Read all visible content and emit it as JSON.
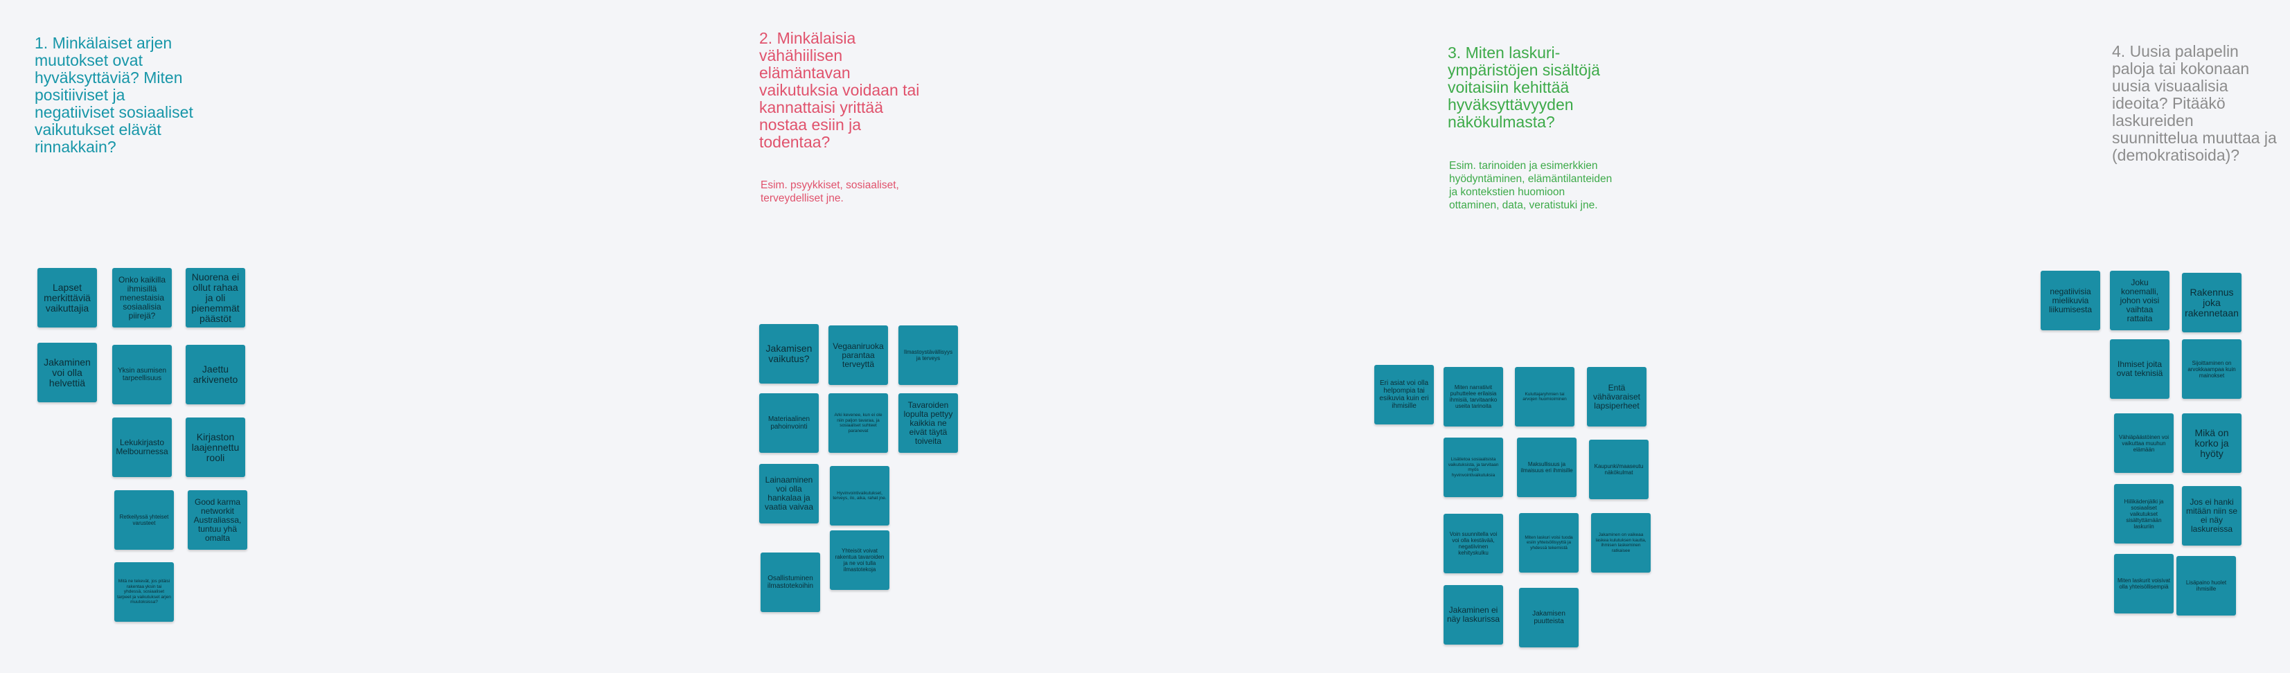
{
  "columns": [
    {
      "heading": "1. Minkälaiset arjen muutokset ovat hyväksyttäviä? Miten positiiviset ja negatiiviset sosiaaliset vaikutukset elävät rinnakkain?",
      "sub": "",
      "notes": [
        "Lapset merkittäviä vaikuttajia",
        "Onko kaikilla ihmisillä menestaisia sosiaalisia piirejä?",
        "Nuorena ei ollut rahaa ja oli pienemmät päästöt",
        "Jakaminen voi olla helvettiä",
        "Yksin asumisen tarpeellisuus",
        "Jaettu arkiveneto",
        "Lekukirjasto Melbournessa",
        "Kirjaston laajennettu rooli",
        "Retkeilyssä yhteiset varusteet",
        "Good karma networkit Australiassa, tuntuu yhä omalta",
        "Mitä ne tekevät, jos pitäisi rakentaa yksin tai yhdessä, sosiaaliset tarpeet ja vaikutukset arjen muutoksissa?"
      ]
    },
    {
      "heading": "2. Minkälaisia vähähiilisen elämäntavan vaikutuksia voidaan tai kannattaisi yrittää nostaa esiin ja todentaa?",
      "sub": "Esim. psyykkiset, sosiaaliset, terveydelliset jne.",
      "notes": [
        "Jakamisen vaikutus?",
        "Vegaaniruoka parantaa terveyttä",
        "Ilmastoystävällisyys ja terveys",
        "Materiaalinen pahoinvointi",
        "Arki kevenee, kun ei ole niin paljon tavaraa, ja sosiaaliset suhteet paranevat",
        "Tavaroiden lopulta pettyy kaikkia ne eivät täytä toiveita",
        "Lainaaminen voi olla hankalaa ja vaatia vaivaa",
        "Hyvinvointivaikutukset, terveys, ilo, aika, rahat jne.",
        "Osallistuminen ilmastotekoihin",
        "Yhteisöt voivat rakentua tavaroiden ja ne voi tulla ilmastotekoja"
      ]
    },
    {
      "heading": "3. Miten laskuri-ympäristöjen sisältöjä voitaisiin kehittää hyväksyttävyyden näkökulmasta?",
      "sub": "Esim. tarinoiden ja esimerkkien hyödyntäminen, elämäntilanteiden ja kontekstien huomioon ottaminen, data, veratistuki jne.",
      "notes": [
        "Eri asiat voi olla helpompia tai esikuvia kuin eri ihmisille",
        "Miten narratiivit puhuttelee erilaisia ihmisiä, tarvitaanko useita tarinoita",
        "Kuluttajaryhmien tai arvojen huomioiminen",
        "Entä vähävaraiset lapsiperheet",
        "Lisätietoa sosiaalisista vaikutuksista, ja tarvitaan myös hyvinvointivaikutuksia",
        "Maksullisuus ja ilmaisuus eri ihmisille",
        "Kaupunki/maaseutu näkökulmat",
        "Voin suunnitella voi voi olla kestävää, negatiivinen kehityskulku",
        "Miten laskuri voisi tuoda esiin yhteisöllisyyttä ja yhdessä tekemistä",
        "Jakaminen on vaikeaa laskea kulutuksen kautta, ihmisen laskeminen ratkaisee",
        "Jakaminen ei näy laskurissa",
        "Jakamisen puutteista"
      ]
    },
    {
      "heading": "4. Uusia palapelin paloja tai kokonaan uusia visuaalisia ideoita? Pitääkö laskureiden suunnittelua muuttaa ja (demokratisoida)?",
      "sub": "",
      "notes": [
        "negatiivisia mielikuvia liikumisesta",
        "Joku konemalli, johon voisi vaihtaa rattaita",
        "Rakennus joka rakennetaan",
        "Ihmiset joita ovat teknisiä",
        "Sijoittaminen on arvokkaampaa kuin mainokset",
        "Vähiäpäästöinen voi vaikuttaa muuhun elämään",
        "Mikä on korko ja hyöty",
        "Hiilikädenjälki ja sosiaaliset vaikutukset sisältyttämään laskuriin",
        "Jos ei hanki mitään niin se ei näy laskureissa",
        "Miten laskurit voisivat olla yhteisöllisempiä",
        "Lisäpaino huolet ihmisille"
      ]
    }
  ]
}
